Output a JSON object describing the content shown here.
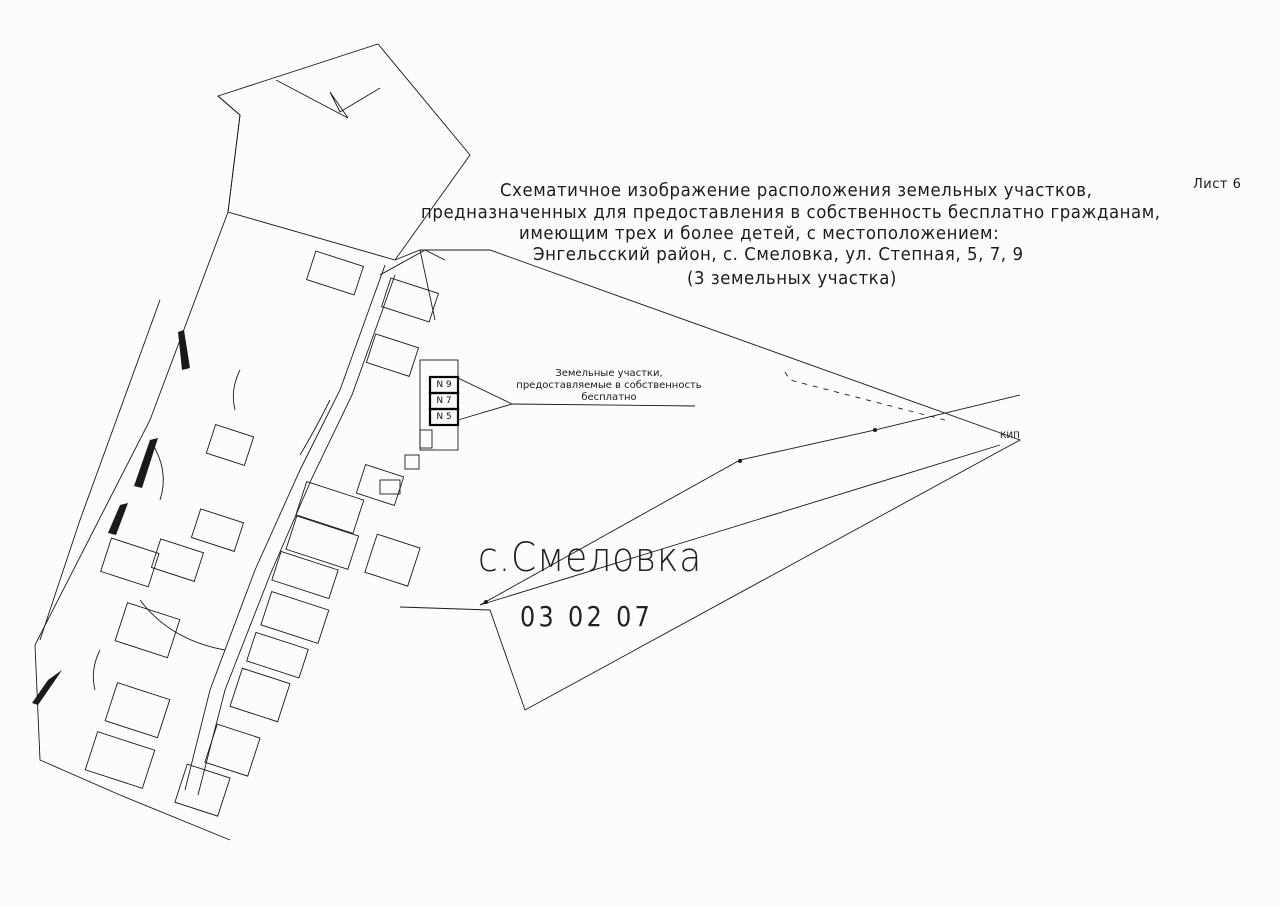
{
  "sheet_label": "Лист 6",
  "title": {
    "line1": "Схематичное изображение расположения земельных участков,",
    "line2": "предназначенных для предоставления в собственность бесплатно гражданам,",
    "line3": "имеющим трех и более детей, с местоположением:",
    "line4": "Энгельсский район, с. Смеловка, ул. Степная, 5, 7, 9",
    "line5": "(3 земельных участка)"
  },
  "annotation": {
    "line1": "Земельные участки,",
    "line2": "предоставляемые в собственность",
    "line3": "бесплатно"
  },
  "plots": [
    "N 9",
    "N 7",
    "N 5"
  ],
  "village_name": "с.Смеловка",
  "cadastral_code": "03 02 07",
  "kip_label": "КИП",
  "colors": {
    "line": "#1a1a1a",
    "highlight": "#000000",
    "paper": "#fcfcfc"
  }
}
